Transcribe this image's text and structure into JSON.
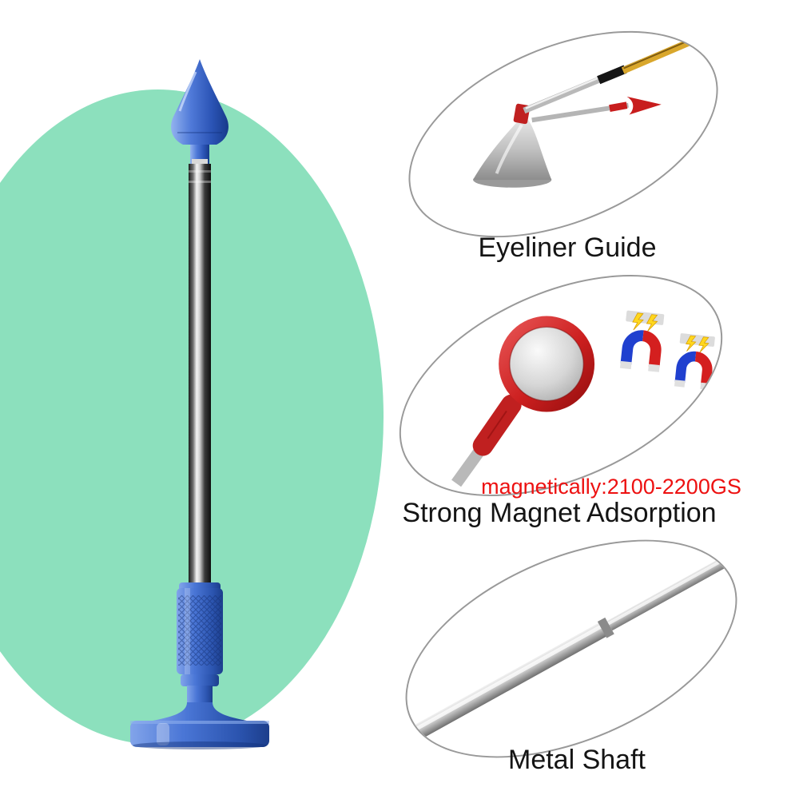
{
  "page": {
    "type": "product-infographic",
    "background": "#ffffff"
  },
  "colors": {
    "accent_green": "#8ce0bd",
    "tool_blue": "#4a76d6",
    "tool_blue_dark": "#1c3e8c",
    "magnet_red": "#c81d1d",
    "note_red": "#ed1111",
    "text_black": "#141414",
    "ellipse_border": "#999999",
    "pencil_gold": "#d9a72c",
    "bolt_yellow": "#ffd71e",
    "shaft_silver": "#c9c9c9"
  },
  "callouts": [
    {
      "id": "eyeliner-guide",
      "label": "Eyeliner Guide"
    },
    {
      "id": "strong-magnet",
      "note": "magnetically:2100-2200GS",
      "label": "Strong Magnet Adsorption"
    },
    {
      "id": "metal-shaft",
      "label": "Metal Shaft"
    }
  ],
  "icons": [
    {
      "name": "horseshoe-magnet-icon"
    },
    {
      "name": "lightning-icon"
    }
  ]
}
